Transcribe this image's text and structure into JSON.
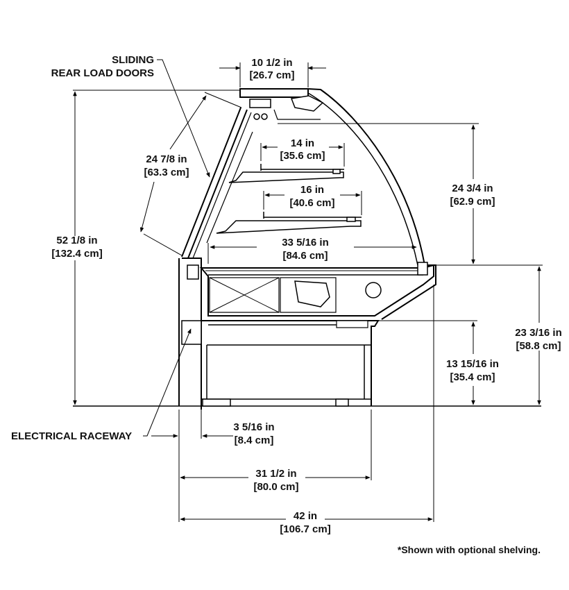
{
  "labels": {
    "sliding_line1": "SLIDING",
    "sliding_line2": "REAR LOAD DOORS",
    "electrical": "ELECTRICAL RACEWAY",
    "note": "*Shown with optional shelving."
  },
  "dimensions": {
    "top_width": {
      "in": "10 1/2 in",
      "cm": "[26.7 cm]"
    },
    "door_length": {
      "in": "24 7/8 in",
      "cm": "[63.3 cm]"
    },
    "upper_shelf": {
      "in": "14 in",
      "cm": "[35.6 cm]"
    },
    "lower_shelf": {
      "in": "16 in",
      "cm": "[40.6 cm]"
    },
    "total_height": {
      "in": "52 1/8 in",
      "cm": "[132.4 cm]"
    },
    "glass_height": {
      "in": "24 3/4 in",
      "cm": "[62.9 cm]"
    },
    "deck_depth": {
      "in": "33 5/16 in",
      "cm": "[84.6 cm]"
    },
    "counter_height": {
      "in": "23 3/16 in",
      "cm": "[58.8 cm]"
    },
    "base_height": {
      "in": "13 15/16 in",
      "cm": "[35.4 cm]"
    },
    "raceway_width": {
      "in": "3 5/16 in",
      "cm": "[8.4 cm]"
    },
    "base_depth": {
      "in": "31 1/2 in",
      "cm": "[80.0 cm]"
    },
    "overall_depth": {
      "in": "42 in",
      "cm": "[106.7 cm]"
    }
  }
}
